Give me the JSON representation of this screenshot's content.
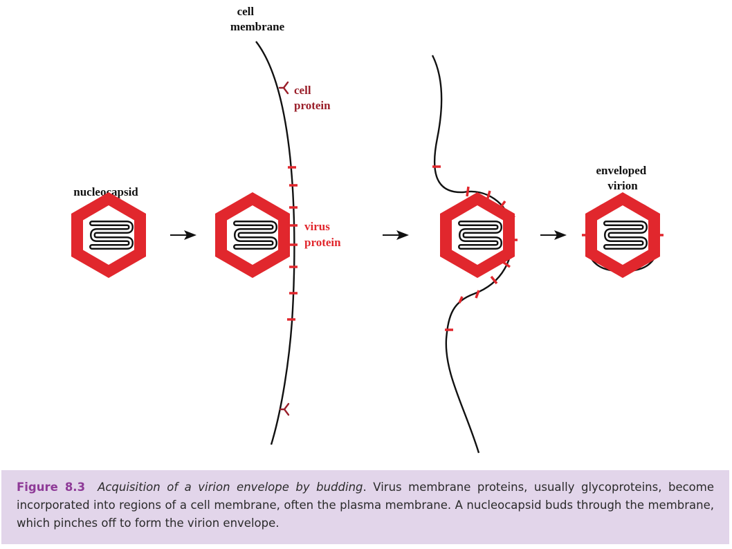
{
  "labels": {
    "cell_membrane": [
      "cell",
      "membrane"
    ],
    "cell_protein": [
      "cell",
      "protein"
    ],
    "nucleocapsid": "nucleocapsid",
    "virus_protein": [
      "virus",
      "protein"
    ],
    "enveloped_virion": [
      "enveloped",
      "virion"
    ]
  },
  "caption": {
    "figure_number": "Figure 8.3",
    "title": "Acquisition of a virion envelope by budding",
    "text": ". Virus membrane proteins, usually glycoproteins, become incorporated into regions of a cell membrane, often the plasma membrane. A nucleocapsid buds through the membrane, which pinches off to form the virion envelope."
  },
  "colors": {
    "capsid_red": "#e1272d",
    "cell_protein_dark_red": "#9a1f2a",
    "caption_background": "#e2d5ea",
    "figure_number_purple": "#8e3a97"
  }
}
